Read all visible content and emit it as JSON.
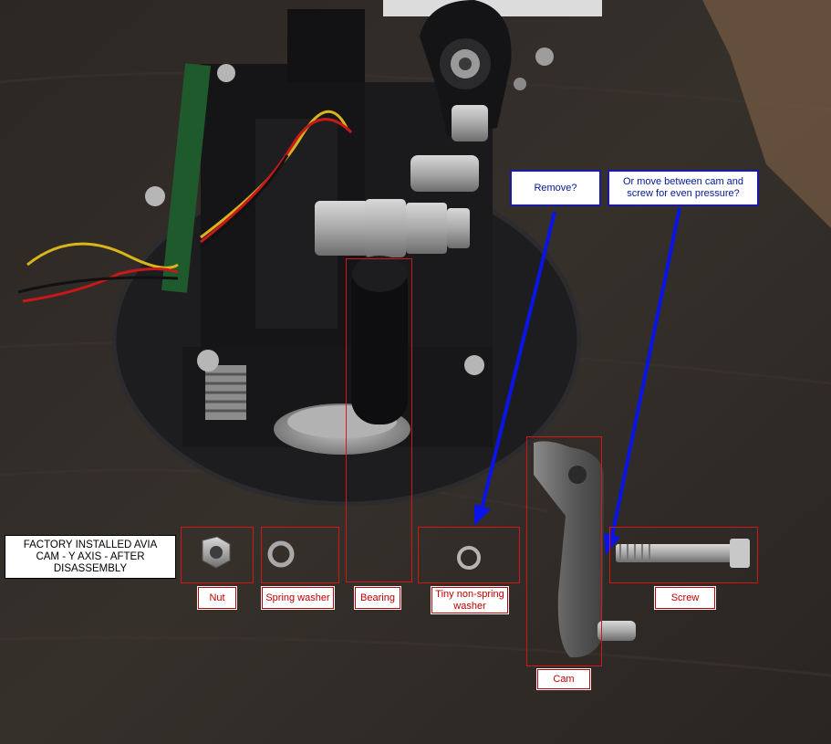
{
  "title": "FACTORY INSTALLED AVIA CAM - Y AXIS - AFTER DISASSEMBLY",
  "callouts": {
    "remove": "Remove?",
    "move": "Or move between cam and screw for even pressure?"
  },
  "parts": {
    "nut": "Nut",
    "spring_washer": "Spring washer",
    "bearing": "Bearing",
    "tiny_washer": "Tiny non-spring washer",
    "cam": "Cam",
    "screw": "Screw"
  },
  "colors": {
    "label_border": "#c00000",
    "callout_border": "#1a1aa6",
    "arrow": "#0a14e6"
  }
}
